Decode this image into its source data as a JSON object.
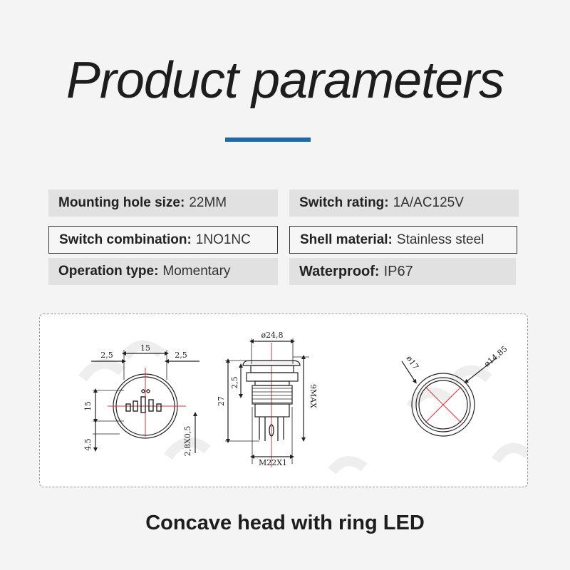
{
  "title": "Product parameters",
  "colors": {
    "accent": "#1c6aa6",
    "param_fill": "#e1e1e1",
    "guide_red": "#e0323c"
  },
  "params": [
    {
      "key": "Mounting hole size:",
      "value": "22MM"
    },
    {
      "key": "Switch rating:",
      "value": "1A/AC125V"
    },
    {
      "key": "Switch combination:",
      "value": "1NO1NC"
    },
    {
      "key": "Shell material:",
      "value": "Stainless steel"
    },
    {
      "key": "Operation type:",
      "value": "Momentary"
    },
    {
      "key": "Waterproof:",
      "value": "IP67"
    }
  ],
  "drawing": {
    "bottom_view": {
      "width_top": "15",
      "left_offset": "2,5",
      "right_offset": "2,5",
      "height": "15",
      "lower_offset": "4,5",
      "terminal": "2,8X0,5"
    },
    "side_view": {
      "head_diameter": "ø24,8",
      "total_height": "27",
      "head_height": "2,5",
      "max_height": "9MAX",
      "thread": "M22X1"
    },
    "front_view": {
      "outer_diameter": "ø17",
      "inner_diameter": "ø14,85"
    }
  },
  "caption": "Concave head with ring LED"
}
